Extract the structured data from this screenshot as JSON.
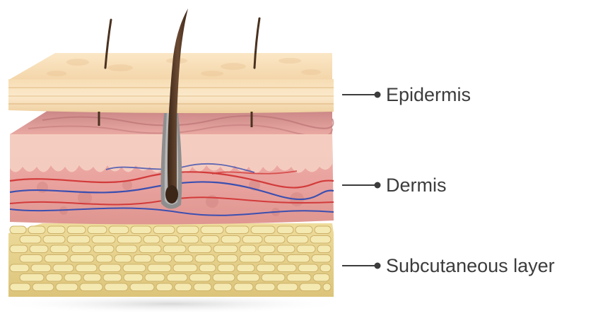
{
  "labels": {
    "epidermis": "Epidermis",
    "dermis": "Dermis",
    "subcutaneous": "Subcutaneous layer"
  },
  "colors": {
    "epidermis_top": "#f8dfba",
    "epidermis_side": "#f3d3a6",
    "dermis": "#eaa6a2",
    "dermis_dark": "#d98985",
    "papillae": "#f8d6c8",
    "hair": "#5a3e2b",
    "hair_sheath": "#8a8a8a",
    "artery": "#d23b3b",
    "vein": "#3b4fb0",
    "fat_cell": "#f3e6a6",
    "fat_bg": "#e4cf86",
    "text": "#3c3c3c"
  }
}
